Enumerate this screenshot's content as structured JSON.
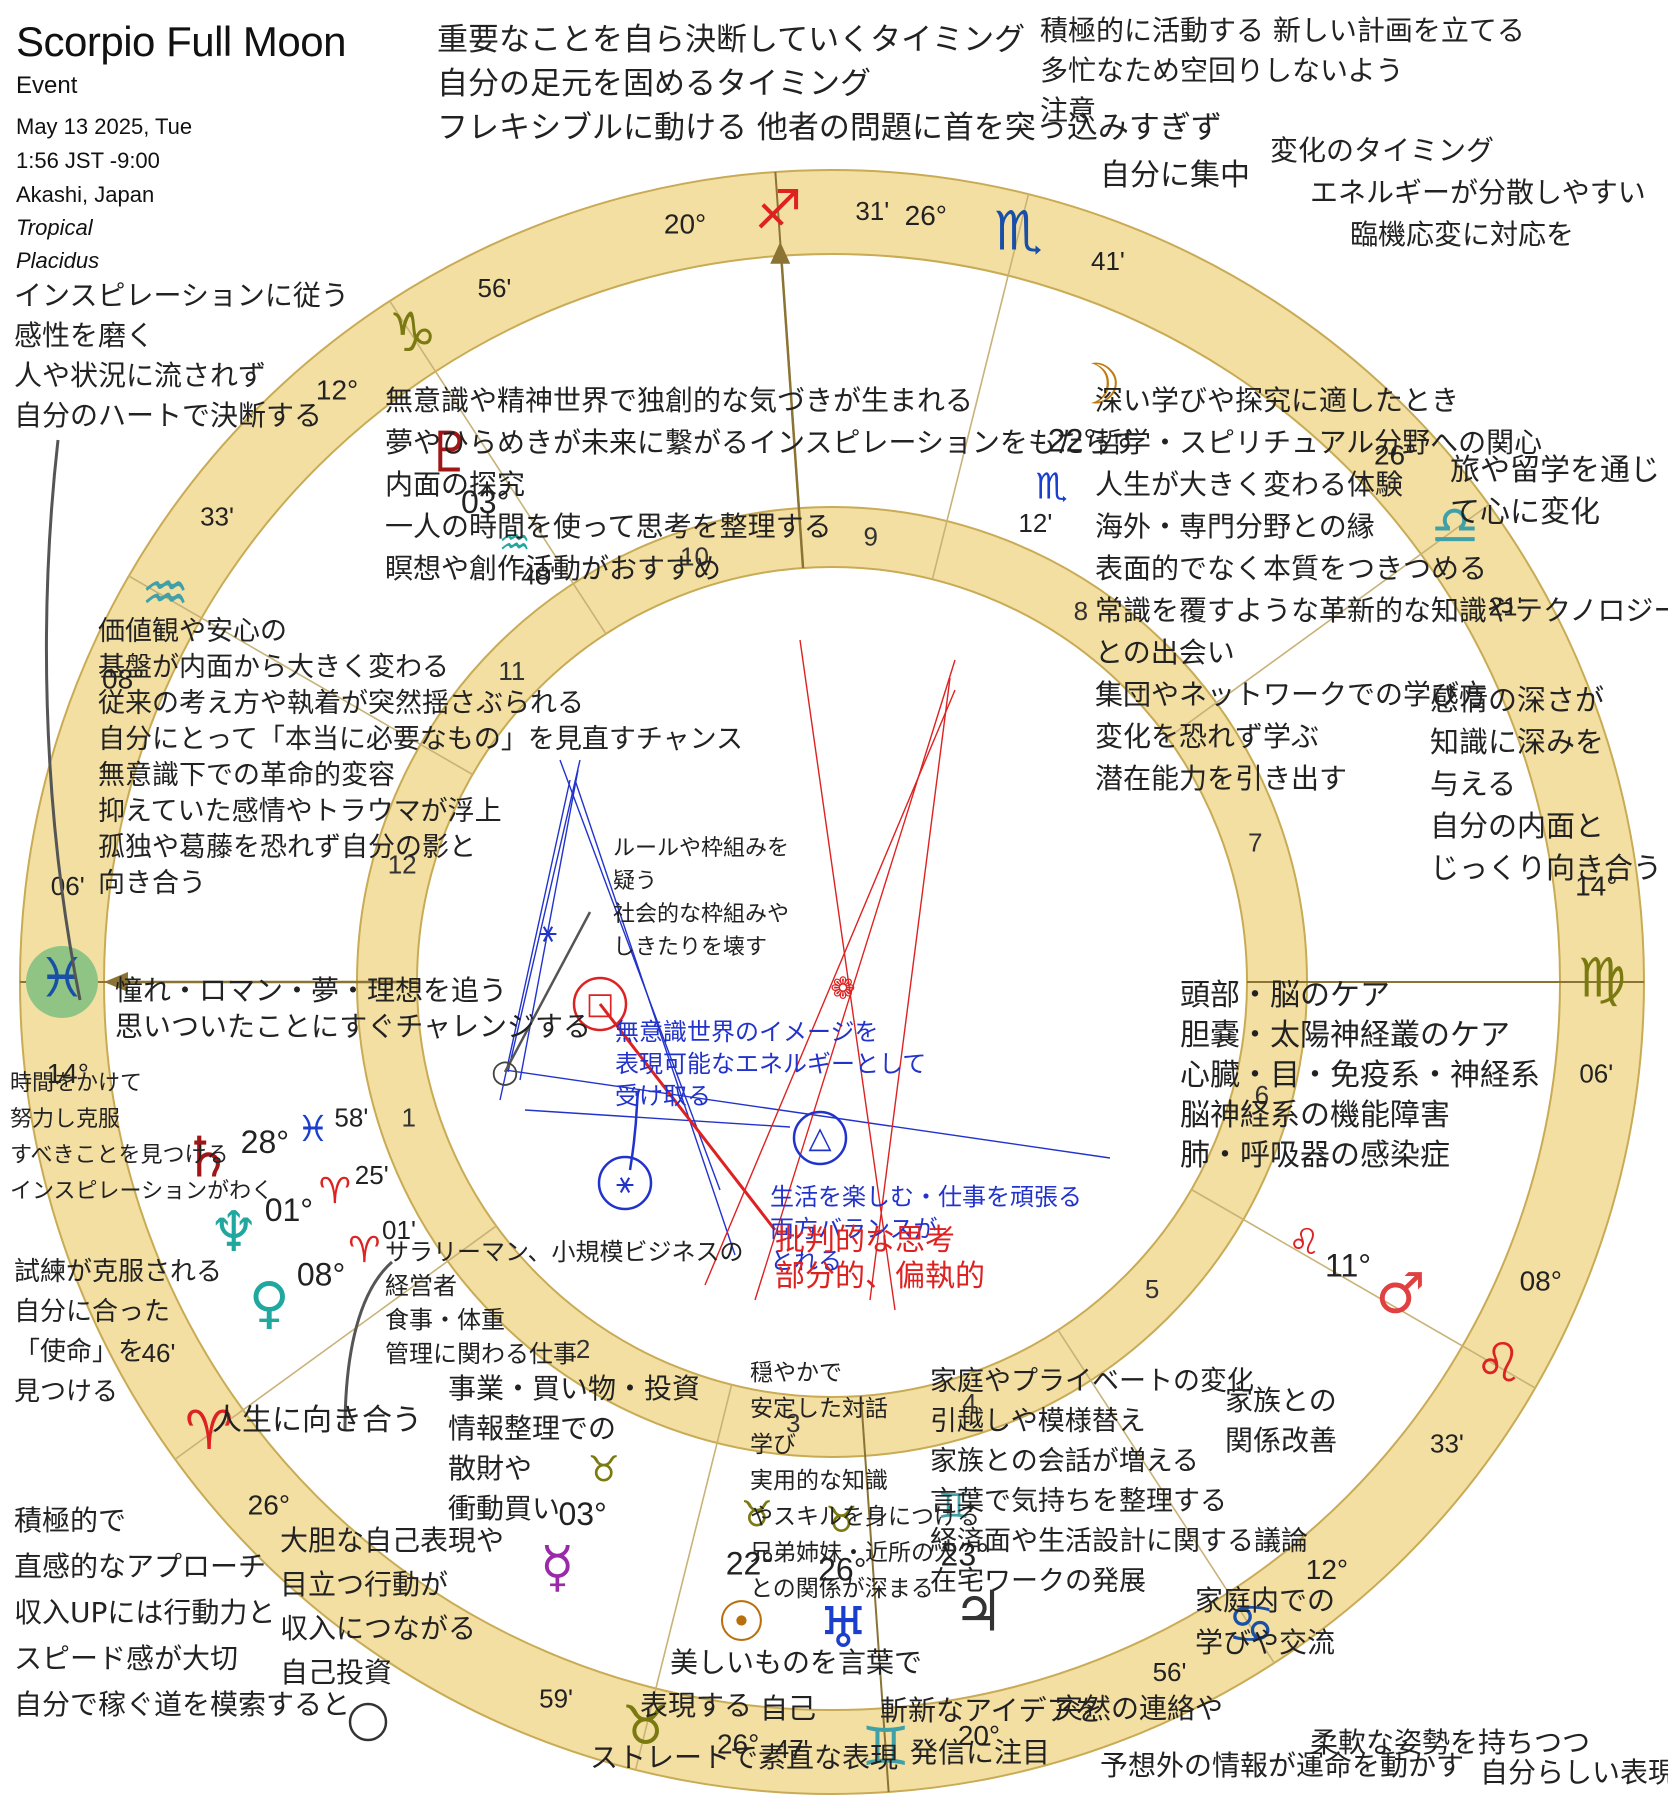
{
  "header": {
    "title": "Scorpio Full Moon",
    "subtitle": "Event",
    "date": "May 13 2025, Tue",
    "time": "1:56 JST -9:00",
    "place": "Akashi, Japan",
    "zodiac": "Tropical",
    "houses": "Placidus"
  },
  "colors": {
    "ring": "#f3dfa2",
    "ring_stroke": "#c9ab55",
    "line": "#c9b277",
    "axis": "#8b7433",
    "blue": "#2233cc",
    "red": "#dd2222",
    "ink": "#222222",
    "pisces_bg": "#8fc485"
  },
  "cusps": [
    {
      "deg": "14°",
      "sign": "♓",
      "min": "06'",
      "color": "#1a4fa8"
    },
    {
      "deg": "26°",
      "sign": "♈",
      "min": "46'",
      "color": "#dd2222"
    },
    {
      "deg": "26°",
      "sign": "♉",
      "min": "59'",
      "color": "#7a7a10"
    },
    {
      "deg": "20°",
      "sign": "♊",
      "min": "47'",
      "color": "#3fa0a8"
    },
    {
      "deg": "12°",
      "sign": "♋",
      "min": "56'",
      "color": "#1a4fa8"
    },
    {
      "deg": "08°",
      "sign": "♌",
      "min": "33'",
      "color": "#dd2222"
    },
    {
      "deg": "14°",
      "sign": "♍",
      "min": "06'",
      "color": "#7a7a10"
    },
    {
      "deg": "26°",
      "sign": "♎",
      "min": "21'",
      "color": "#3fa0a8"
    },
    {
      "deg": "26°",
      "sign": "♏",
      "min": "41'",
      "color": "#1a4fa8"
    },
    {
      "deg": "20°",
      "sign": "♐",
      "min": "31'",
      "color": "#dd2222"
    },
    {
      "deg": "12°",
      "sign": "♑",
      "min": "56'",
      "color": "#7a7a10"
    },
    {
      "deg": "08°",
      "sign": "♒",
      "min": "33'",
      "color": "#3fa0a8"
    }
  ],
  "house_numbers": [
    "1",
    "2",
    "3",
    "4",
    "5",
    "6",
    "7",
    "8",
    "9",
    "10",
    "11",
    "12"
  ],
  "planets": [
    {
      "name": "Moon",
      "glyph": "☽",
      "deg": "22°",
      "sign": "♏",
      "min": "12'",
      "color": "#c07a10",
      "sign_color": "#1a3fcc"
    },
    {
      "name": "Pluto",
      "glyph": "♇",
      "deg": "03°",
      "sign": "♒",
      "min": "48'",
      "color": "#a01515",
      "sign_color": "#20a8a0"
    },
    {
      "name": "Saturn",
      "glyph": "♄",
      "deg": "28°",
      "sign": "♓",
      "min": "58'",
      "color": "#a01515",
      "sign_color": "#1a3fcc"
    },
    {
      "name": "Neptune",
      "glyph": "♆",
      "deg": "01°",
      "sign": "♈",
      "min": "25'",
      "color": "#20a8a0",
      "sign_color": "#dd2222"
    },
    {
      "name": "Venus",
      "glyph": "♀",
      "deg": "08°",
      "sign": "♈",
      "min": "01'",
      "color": "#20a8a0",
      "sign_color": "#dd2222"
    },
    {
      "name": "Mercury",
      "glyph": "☿",
      "deg": "03°",
      "sign": "♉",
      "min": "",
      "color": "#9a2aa8",
      "sign_color": "#7a7a10"
    },
    {
      "name": "Sun",
      "glyph": "☉",
      "deg": "22°",
      "sign": "♉",
      "min": "",
      "color": "#b8700d",
      "sign_color": "#7a7a10"
    },
    {
      "name": "Uranus",
      "glyph": "♅",
      "deg": "26°",
      "sign": "♉",
      "min": "",
      "color": "#1a3fcc",
      "sign_color": "#7a7a10"
    },
    {
      "name": "Jupiter",
      "glyph": "♃",
      "deg": "23°",
      "sign": "♊",
      "min": "",
      "color": "#333333",
      "sign_color": "#3fa0a8"
    },
    {
      "name": "Mars",
      "glyph": "♂",
      "deg": "11°",
      "sign": "♌",
      "min": "",
      "color": "#e04040",
      "sign_color": "#dd2222"
    }
  ],
  "aspect_marks": {
    "square": "□",
    "sextile": "⚹",
    "trine": "△",
    "conjunction": "○"
  },
  "notes": {
    "top_center": [
      "重要なことを自ら決断していくタイミング",
      "自分の足元を固めるタイミング",
      "フレキシブルに動ける 他者の問題に首を突っ込みすぎず"
    ],
    "top_center2": "自分に集中",
    "top_right": [
      "積極的に活動する 新しい計画を立てる",
      "多忙なため空回りしないよう",
      "注意"
    ],
    "top_right2": [
      "変化のタイミング",
      "エネルギーが分散しやすい",
      "臨機応変に対応を"
    ],
    "left_top": [
      "インスピレーションに従う",
      "感性を磨く",
      "人や状況に流されず",
      "自分のハートで決断する"
    ],
    "house12": [
      "無意識や精神世界で独創的な気づきが生まれる",
      "夢やひらめきが未来に繋がるインスピレーションをもたらす",
      "内面の探究",
      "一人の時間を使って思考を整理する",
      "瞑想や創作活動がおすすめ"
    ],
    "house11": [
      "価値観や安心の",
      "基盤が内面から大きく変わる",
      "従来の考え方や執着が突然揺さぶられる",
      "自分にとって「本当に必要なもの」を見直すチャンス",
      "無意識下での革命的変容",
      "抑えていた感情やトラウマが浮上",
      "孤独や葛藤を恐れず自分の影と",
      "向き合う"
    ],
    "house_asc": [
      "憧れ・ロマン・夢・理想を追う",
      "思いついたことにすぐチャレンジする"
    ],
    "left_mid": [
      "時間をかけて",
      "努力し克服",
      "すべきことを見つける",
      "インスピレーションがわく"
    ],
    "left_low": [
      "試練が克服される",
      "自分に合った",
      "「使命」を",
      "見つける"
    ],
    "life_face": "人生に向き合う",
    "house2": [
      "サラリーマン、小規模ビジネスの",
      "経営者",
      "食事・体重",
      "管理に関わる仕事"
    ],
    "house2b": [
      "事業・買い物・投資",
      "情報整理での",
      "散財や",
      "衝動買い"
    ],
    "house3": [
      "大胆な自己表現や",
      "目立つ行動が",
      "収入につながる",
      "自己投資"
    ],
    "left_bottom": [
      "積極的で",
      "直感的なアプローチ",
      "収入UPには行動力と",
      "スピード感が大切",
      "自分で稼ぐ道を模索すると"
    ],
    "house3b": [
      "穏やかで",
      "安定した対話",
      "学び",
      "実用的な知識",
      "やスキルを身につける",
      "兄弟姉妹・近所の人",
      "との関係が深まる"
    ],
    "house4": [
      "家庭やプライベートの変化",
      "引越しや模様替え",
      "家族との会話が増える",
      "言葉で気持ちを整理する",
      "経済面や生活設計に関する議論",
      "在宅ワークの発展"
    ],
    "house4b": [
      "家族との",
      "関係改善"
    ],
    "house4c": [
      "家庭内での",
      "学びや交流"
    ],
    "bottom": [
      "美しいものを言葉で",
      "表現する",
      "自己",
      "ストレートで素直な表現",
      "斬新なアイデアを",
      "発信に注目",
      "突然の連絡や",
      "予想外の情報が運命を動かす",
      "柔軟な姿勢を持ちつつ",
      "自分らしい表現を"
    ],
    "house8": [
      "深い学びや探究に適したとき",
      "哲学・スピリチュアル分野への関心",
      "人生が大きく変わる体験",
      "海外・専門分野との縁",
      "表面的でなく本質をつきつめる",
      "常識を覆すような革新的な知識やテクノロジー",
      "との出会い",
      "集団やネットワークでの学び方",
      "変化を恐れず学ぶ",
      "潜在能力を引き出す"
    ],
    "house8b": [
      "旅や留学を通じ",
      "て心に変化"
    ],
    "house7": [
      "感情の深さが",
      "知識に深みを",
      "与える",
      "自分の内面と",
      "じっくり向き合う"
    ],
    "house6": [
      "頭部・脳のケア",
      "胆嚢・太陽神経叢のケア",
      "心臓・目・免疫系・神経系",
      "脳神経系の機能障害",
      "肺・呼吸器の感染症"
    ],
    "center1": [
      "ルールや枠組みを",
      "疑う",
      "社会的な枠組みや",
      "しきたりを壊す"
    ],
    "center2": [
      "無意識世界のイメージを",
      "表現可能なエネルギーとして",
      "受け取る"
    ],
    "center3": [
      "生活を楽しむ・仕事を頑張る",
      "両方バランスが",
      "とれる"
    ],
    "center_red": [
      "批判的な思考",
      "部分的、偏執的"
    ]
  }
}
